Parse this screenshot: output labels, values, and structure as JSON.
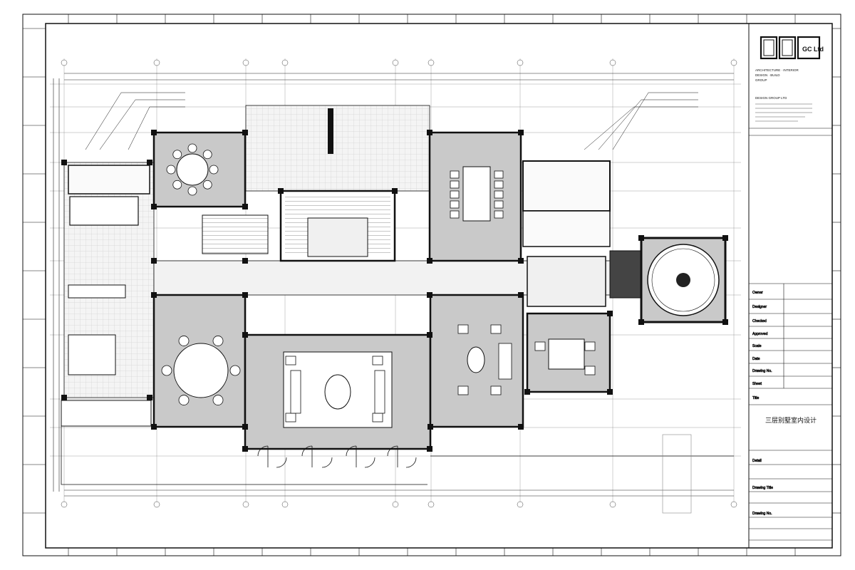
{
  "title_block": {
    "logo_text": "GC Ltd",
    "company_en_1": "ARCHITECTURE · INTERIOR",
    "company_en_2": "DESIGN · BUILD",
    "company_en_3": "GROUP",
    "company_cn": "",
    "company_group": "DESIGN GROUP LTD",
    "project_name": "三层别墅室内设计",
    "field_labels": [
      "Owner",
      "Designer",
      "Checked",
      "Approved",
      "Scale",
      "Date",
      "Drawing No.",
      "Sheet",
      "Title",
      "Detail",
      "Drawing Title",
      "Drawing No."
    ],
    "detail_value": "",
    "drawing_title_value": "",
    "drawing_no_value": ""
  },
  "colors": {
    "line": "#111111",
    "wall": "#1a1a1a",
    "gray_floor": "#c9c9c9",
    "light_floor": "#eeeeee",
    "paper": "#ffffff"
  }
}
